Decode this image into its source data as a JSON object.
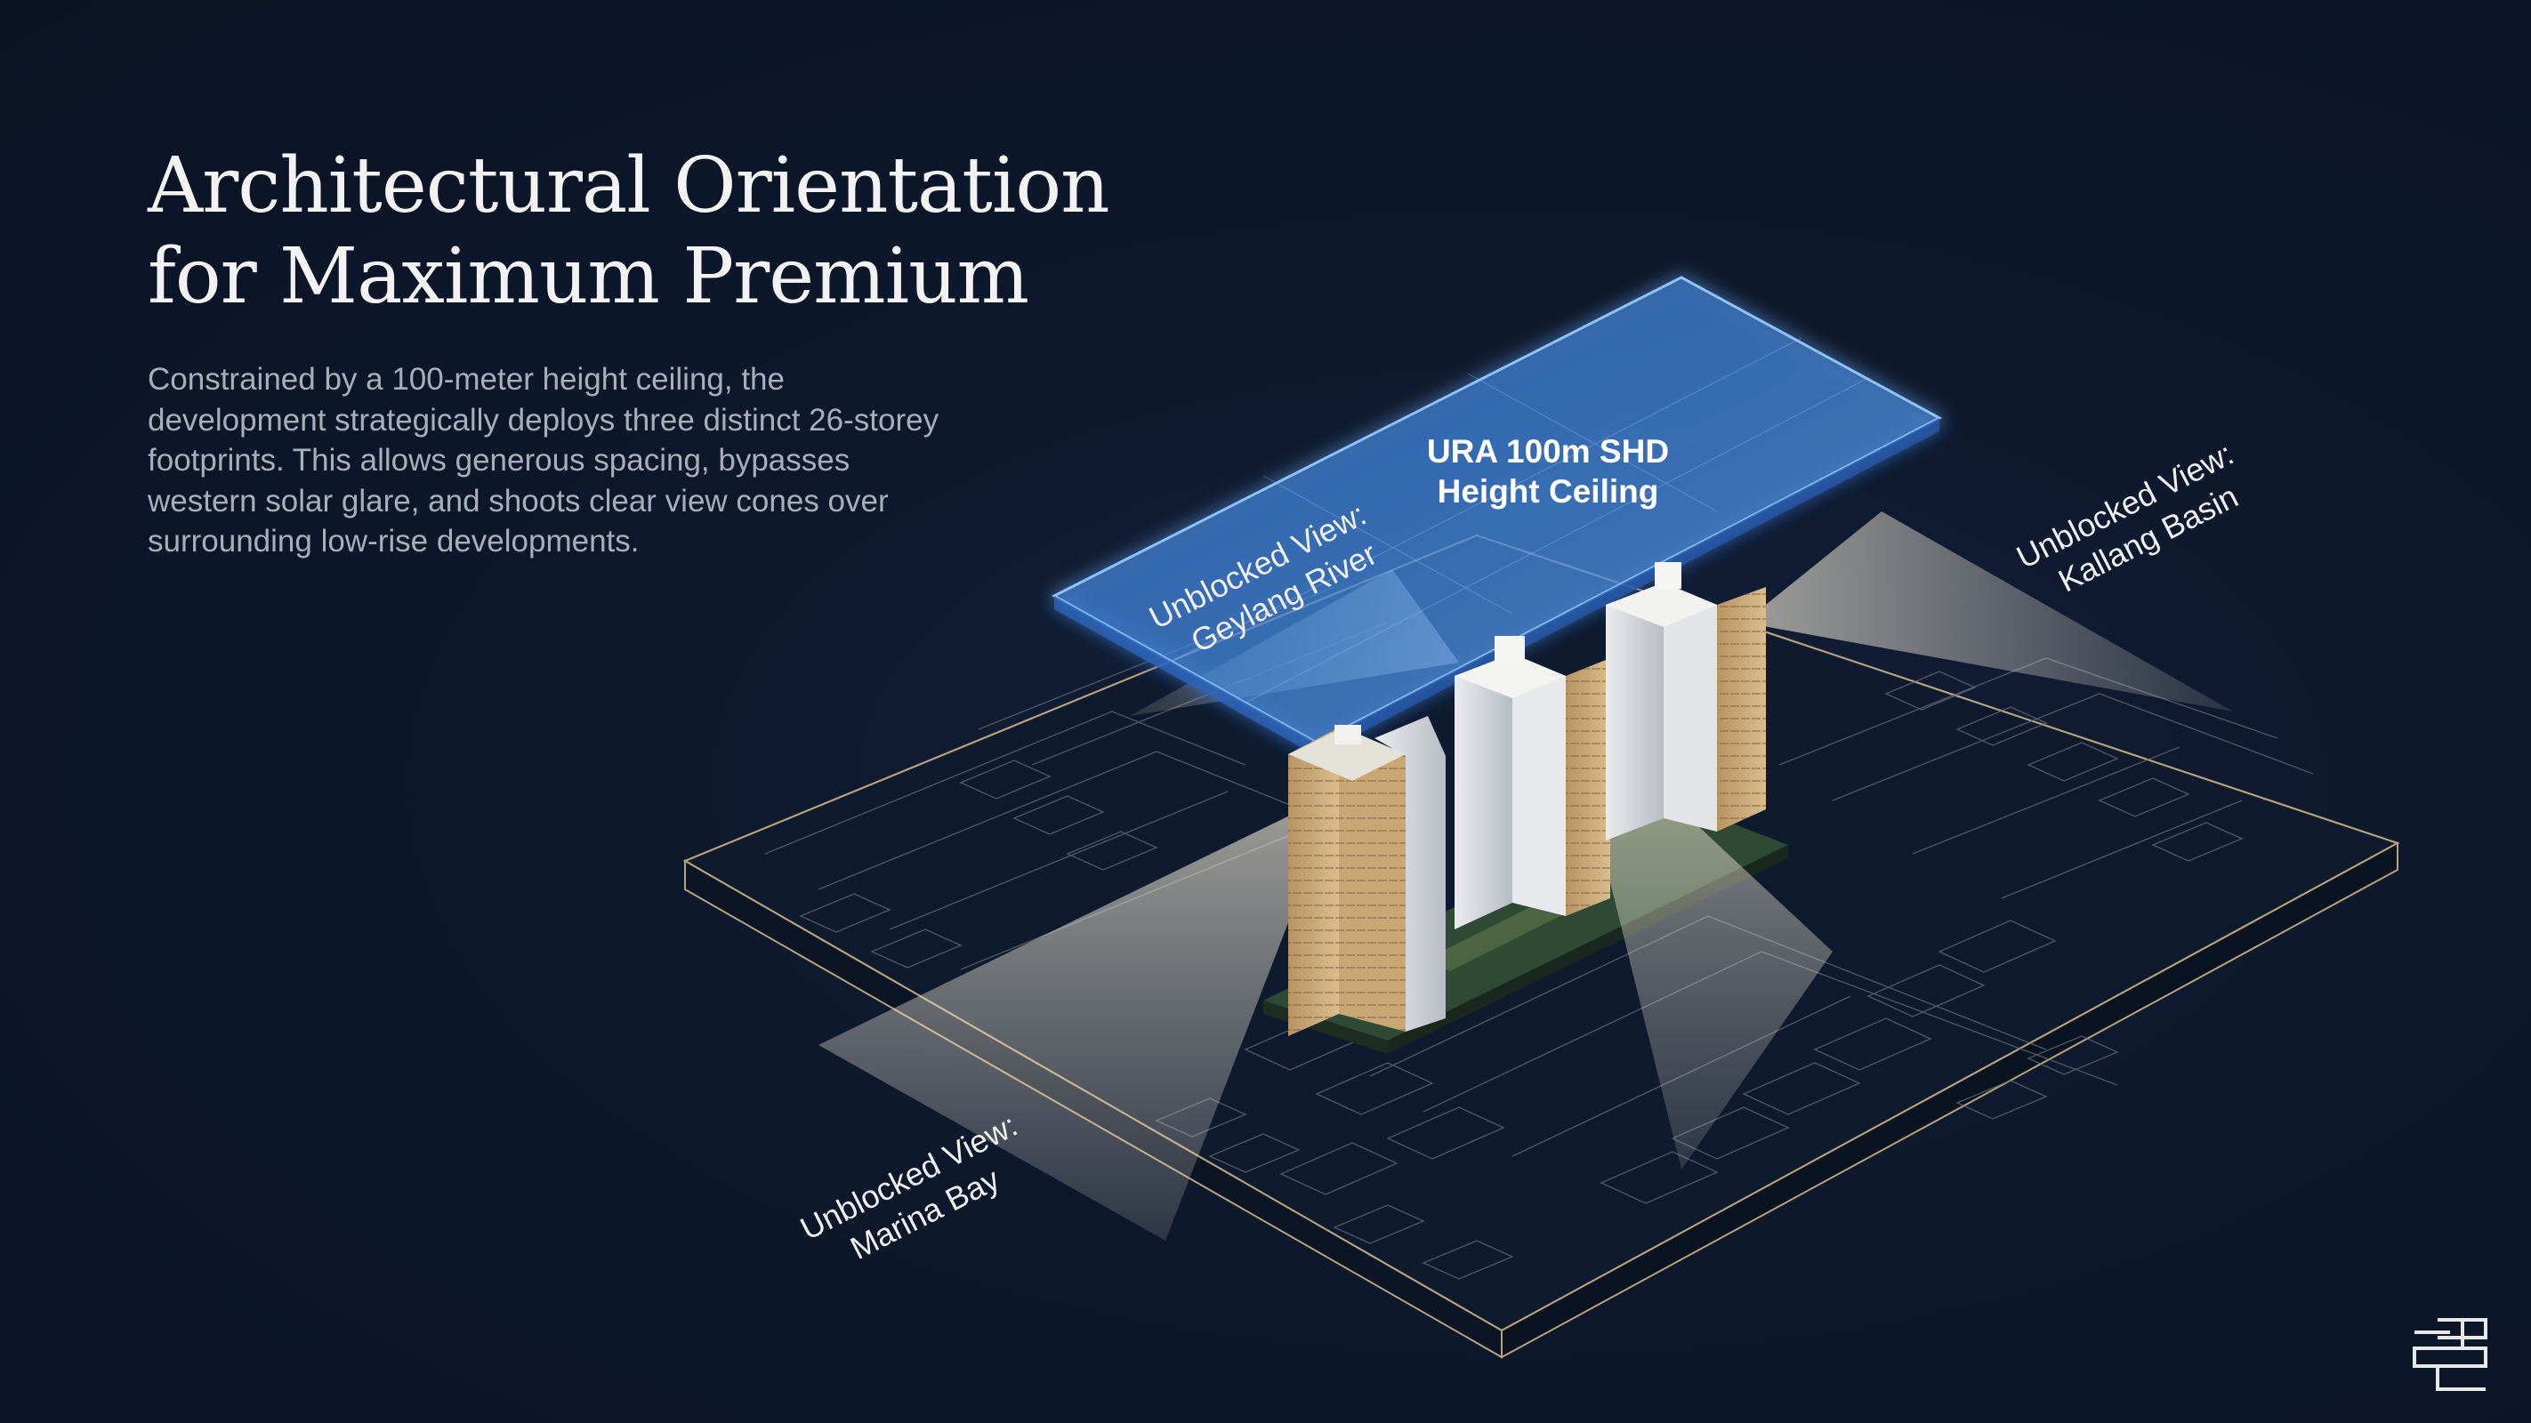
{
  "title": {
    "line1": "Architectural Orientation",
    "line2": "for Maximum Premium"
  },
  "body": "Constrained by a 100-meter height ceiling, the development strategically deploys three distinct 26-storey footprints. This allows generous spacing, bypasses western solar glare, and shoots clear view cones over surrounding low-rise developments.",
  "ceiling": {
    "line1": "URA 100m SHD",
    "line2": "Height Ceiling"
  },
  "views": {
    "geylang": {
      "line1": "Unblocked View:",
      "line2": "Geylang River"
    },
    "kallang": {
      "line1": "Unblocked View:",
      "line2": "Kallang Basin"
    },
    "marina": {
      "line1": "Unblocked View:",
      "line2": "Marina Bay"
    }
  },
  "colors": {
    "background": "#0c1628",
    "ceiling_blue": "#3d86e0",
    "site_outline": "#b8a27a",
    "tower_gold": "#c4a473"
  },
  "icons": {
    "logo": "brand-monogram-icon"
  }
}
